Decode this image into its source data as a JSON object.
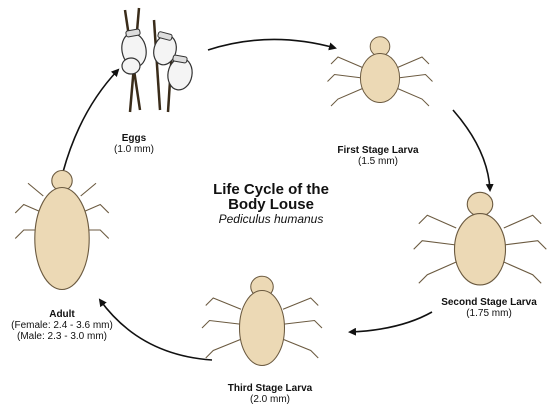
{
  "title": {
    "line1": "Life Cycle of the",
    "line2": "Body Louse",
    "scientific_name": "Pediculus humanus"
  },
  "stages": {
    "eggs": {
      "name": "Eggs",
      "size": "(1.0 mm)"
    },
    "first_larva": {
      "name": "First Stage Larva",
      "size": "(1.5 mm)"
    },
    "second_larva": {
      "name": "Second Stage Larva",
      "size": "(1.75 mm)"
    },
    "third_larva": {
      "name": "Third Stage Larva",
      "size": "(2.0 mm)"
    },
    "adult": {
      "name": "Adult",
      "size_female": "(Female: 2.4 - 3.6 mm)",
      "size_male": "(Male: 2.3 - 3.0 mm)"
    }
  },
  "colors": {
    "body": "#ecd9b5",
    "outline": "#6b5a40",
    "egg": "#f4f4f4",
    "arrow": "#111111"
  }
}
